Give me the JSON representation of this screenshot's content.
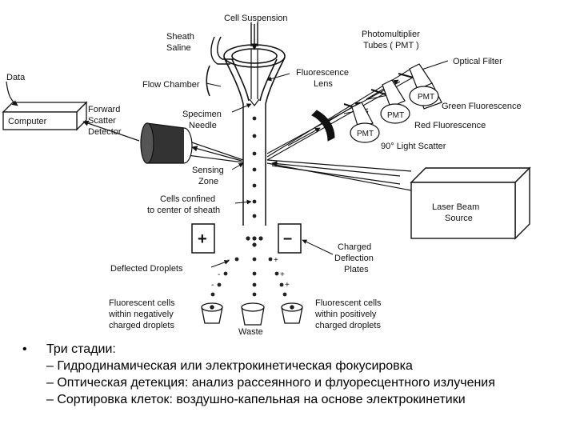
{
  "diagram": {
    "labels": {
      "cell_suspension": "Cell Suspension",
      "sheath_saline_1": "Sheath",
      "sheath_saline_2": "Saline",
      "photomultiplier_1": "Photomultiplier",
      "photomultiplier_2": "Tubes ( PMT )",
      "optical_filter": "Optical Filter",
      "data": "Data",
      "fluorescence_lens_1": "Fluorescence",
      "fluorescence_lens_2": "Lens",
      "flow_chamber": "Flow Chamber",
      "pmt": "PMT",
      "green_fluorescence": "Green Fluorescence",
      "computer": "Computer",
      "forward_scatter_1": "Forward",
      "forward_scatter_2": "Scatter",
      "forward_scatter_3": "Detector",
      "specimen_needle_1": "Specimen",
      "specimen_needle_2": "Needle",
      "red_fluorescence": "Red Fluorescence",
      "light_scatter": "90° Light Scatter",
      "sensing_zone_1": "Sensing",
      "sensing_zone_2": "Zone",
      "cells_confined_1": "Cells confined",
      "cells_confined_2": "to center of sheath",
      "laser_1": "Laser Beam",
      "laser_2": "Source",
      "plus": "+",
      "minus": "–",
      "charged_plates_1": "Charged",
      "charged_plates_2": "Deflection",
      "charged_plates_3": "Plates",
      "deflected_droplets": "Deflected Droplets",
      "neg_cells_1": "Fluorescent cells",
      "neg_cells_2": "within negatively",
      "neg_cells_3": "charged droplets",
      "waste": "Waste",
      "pos_cells_1": "Fluorescent cells",
      "pos_cells_2": "within positively",
      "pos_cells_3": "charged droplets"
    }
  },
  "bullets": {
    "marker": "•",
    "main": "Три стадии:",
    "items": [
      "– Гидродинамическая или электрокинетическая фокусировка",
      "– Оптическая детекция: анализ рассеянного и флуоресцентного излучения",
      "– Сортировка клеток: воздушно-капельная на основе электрокинетики"
    ]
  }
}
